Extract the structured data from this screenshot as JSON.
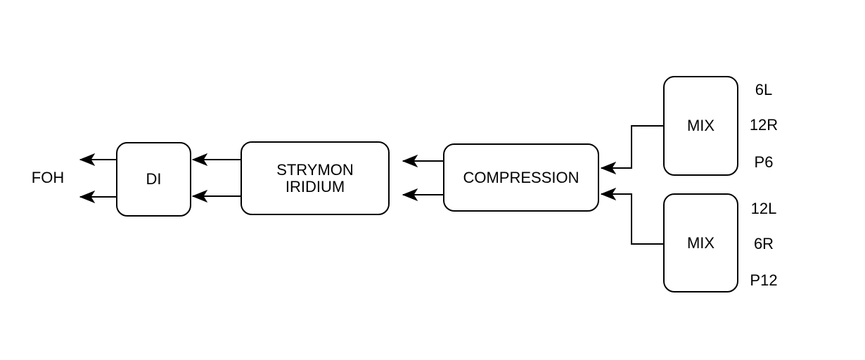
{
  "diagram": {
    "foh": {
      "label": "FOH"
    },
    "di": {
      "label": "DI"
    },
    "strymon": {
      "label_lines": [
        "STRYMON",
        "IRIDIUM"
      ]
    },
    "compression": {
      "label": "COMPRESSION"
    },
    "mix_top": {
      "label": "MIX",
      "channel_labels": [
        "6L",
        "12R",
        "P6"
      ]
    },
    "mix_bottom": {
      "label": "MIX",
      "channel_labels": [
        "12L",
        "6R",
        "P12"
      ]
    },
    "connections": [
      {
        "from": "di",
        "to": "foh",
        "lines": 2
      },
      {
        "from": "strymon-iridium",
        "to": "di",
        "lines": 2
      },
      {
        "from": "compression",
        "to": "strymon-iridium",
        "lines": 2
      },
      {
        "from": "mix-top",
        "to": "compression",
        "lines": 1
      },
      {
        "from": "mix-bottom",
        "to": "compression",
        "lines": 1
      }
    ],
    "colors": {
      "stroke": "#000000",
      "node_fill": "#ffffff",
      "background": "#ffffff"
    }
  }
}
